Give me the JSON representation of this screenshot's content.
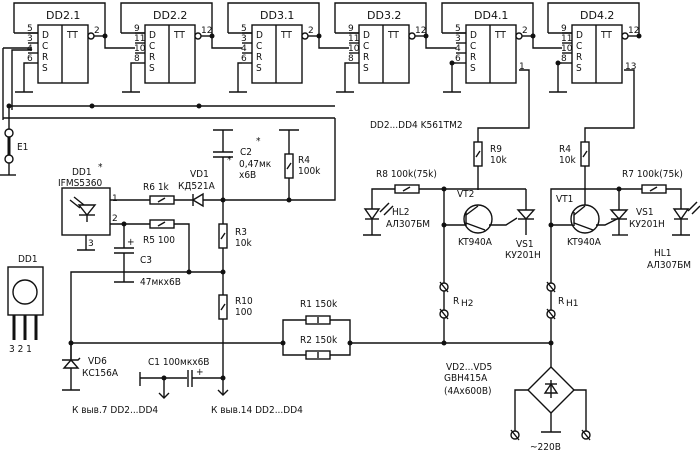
{
  "title": "Twilight switch schematic",
  "flipflops": [
    {
      "name": "DD2.1",
      "pins": [
        "5",
        "3",
        "4",
        "6"
      ],
      "out": "2"
    },
    {
      "name": "DD2.2",
      "pins": [
        "9",
        "11",
        "10",
        "8"
      ],
      "out": "12"
    },
    {
      "name": "DD3.1",
      "pins": [
        "5",
        "3",
        "4",
        "6"
      ],
      "out": "2"
    },
    {
      "name": "DD3.2",
      "pins": [
        "9",
        "11",
        "10",
        "8"
      ],
      "out": "12"
    },
    {
      "name": "DD4.1",
      "pins": [
        "5",
        "3",
        "4",
        "6"
      ],
      "out": "2",
      "out2": "1"
    },
    {
      "name": "DD4.2",
      "pins": [
        "9",
        "11",
        "10",
        "8"
      ],
      "out": "12",
      "out2": "13"
    }
  ],
  "ff_inputs": [
    "D",
    "C",
    "R",
    "S"
  ],
  "ff_type": "TT",
  "ic_note": "DD2...DD4 K561TM2",
  "e1": "E1",
  "dd1": {
    "name": "DD1",
    "star": "*",
    "part": "IFMS5360",
    "pin1": "1",
    "pin2": "2",
    "pin3": "3"
  },
  "dd1_pkg": {
    "name": "DD1",
    "pins": "3 2 1"
  },
  "r6": "R6  1k",
  "vd1": {
    "name": "VD1",
    "part": "КД521А"
  },
  "c2": {
    "name": "C2",
    "star": "*",
    "value": "0,47мк",
    "volt": "x6В"
  },
  "r4a": {
    "name": "R4",
    "value": "100k"
  },
  "r5": "R5  100",
  "c3": {
    "name": "C3",
    "value": "47мкх6В"
  },
  "r3": {
    "name": "R3",
    "value": "10k"
  },
  "r10": {
    "name": "R10",
    "value": "100"
  },
  "r1": "R1  150k",
  "r2": "R2  150k",
  "vd6": {
    "name": "VD6",
    "part": "КС156А"
  },
  "c1": "C1  100мкх6В",
  "to7": "К выв.7  DD2...DD4",
  "to14": "К выв.14  DD2...DD4",
  "r9": {
    "name": "R9",
    "value": "10k"
  },
  "r4b": {
    "name": "R4",
    "value": "10k"
  },
  "r8": "R8  100k(75k)",
  "r7": "R7  100k(75k)",
  "hl2": {
    "name": "HL2",
    "part": "АЛ307БМ"
  },
  "hl1": {
    "name": "HL1",
    "part": "АЛ307БМ"
  },
  "vt2": {
    "name": "VT2",
    "part": "KT940A"
  },
  "vt1": {
    "name": "VT1",
    "part": "KT940A"
  },
  "vs1a": {
    "name": "VS1",
    "part": "КУ201Н"
  },
  "vs1b": {
    "name": "VS1",
    "part": "КУ201Н"
  },
  "rh2": "R",
  "rh2s": "H2",
  "rh1": "R",
  "rh1s": "H1",
  "bridge": {
    "l1": "VD2...VD5",
    "l2": "GBH415A",
    "l3": "(4Ax600В)"
  },
  "mains": "~220В"
}
